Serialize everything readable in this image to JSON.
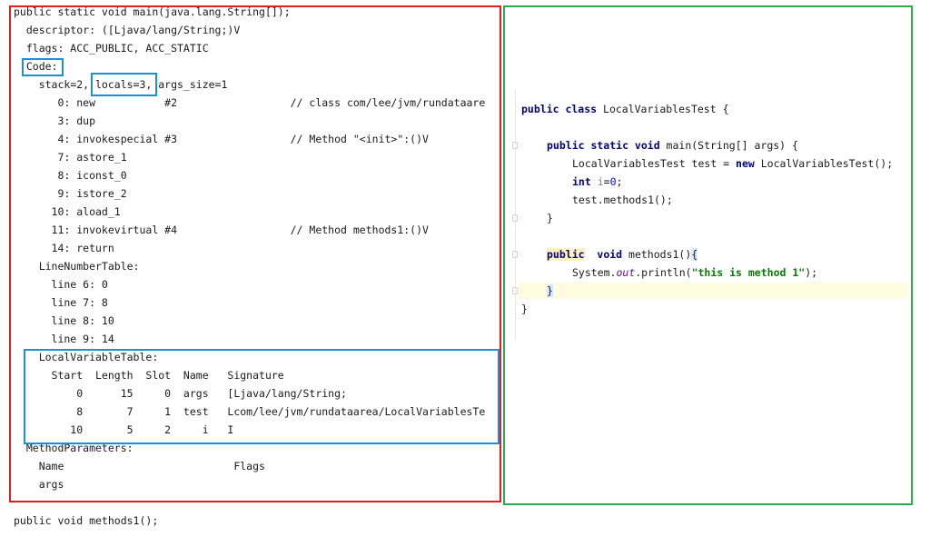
{
  "bytecode": {
    "lines": [
      "public static void main(java.lang.String[]);",
      "  descriptor: ([Ljava/lang/String;)V",
      "  flags: ACC_PUBLIC, ACC_STATIC",
      "  Code:",
      "    stack=2, locals=3, args_size=1",
      "       0: new           #2                  // class com/lee/jvm/rundataare",
      "       3: dup",
      "       4: invokespecial #3                  // Method \"<init>\":()V",
      "       7: astore_1",
      "       8: iconst_0",
      "       9: istore_2",
      "      10: aload_1",
      "      11: invokevirtual #4                  // Method methods1:()V",
      "      14: return",
      "    LineNumberTable:",
      "      line 6: 0",
      "      line 7: 8",
      "      line 8: 10",
      "      line 9: 14",
      "    LocalVariableTable:",
      "      Start  Length  Slot  Name   Signature",
      "          0      15     0  args   [Ljava/lang/String;",
      "          8       7     1  test   Lcom/lee/jvm/rundataarea/LocalVariablesTe",
      "         10       5     2     i   I",
      "  MethodParameters:",
      "    Name                           Flags",
      "    args"
    ],
    "footer": "public void methods1();"
  },
  "source": {
    "class_decl_kw": "public class",
    "class_name": " LocalVariablesTest {",
    "main_kw": "public static void",
    "main_sig": " main(String[] args) {",
    "ctor_type": "LocalVariablesTest test = ",
    "ctor_new": "new",
    "ctor_rest": " LocalVariablesTest();",
    "int_kw": "int",
    "int_var": " i",
    "int_eq": "=",
    "int_val": "0",
    "int_end": ";",
    "call": "test.methods1();",
    "close1": "}",
    "m1_kw": "public",
    "m1_void": "void",
    "m1_name": " methods1()",
    "m1_brace": "{",
    "println_pre": "System.",
    "println_out": "out",
    "println_mid": ".println(",
    "println_str": "\"this is method 1\"",
    "println_end": ");",
    "close2": "}",
    "close3": "}"
  }
}
